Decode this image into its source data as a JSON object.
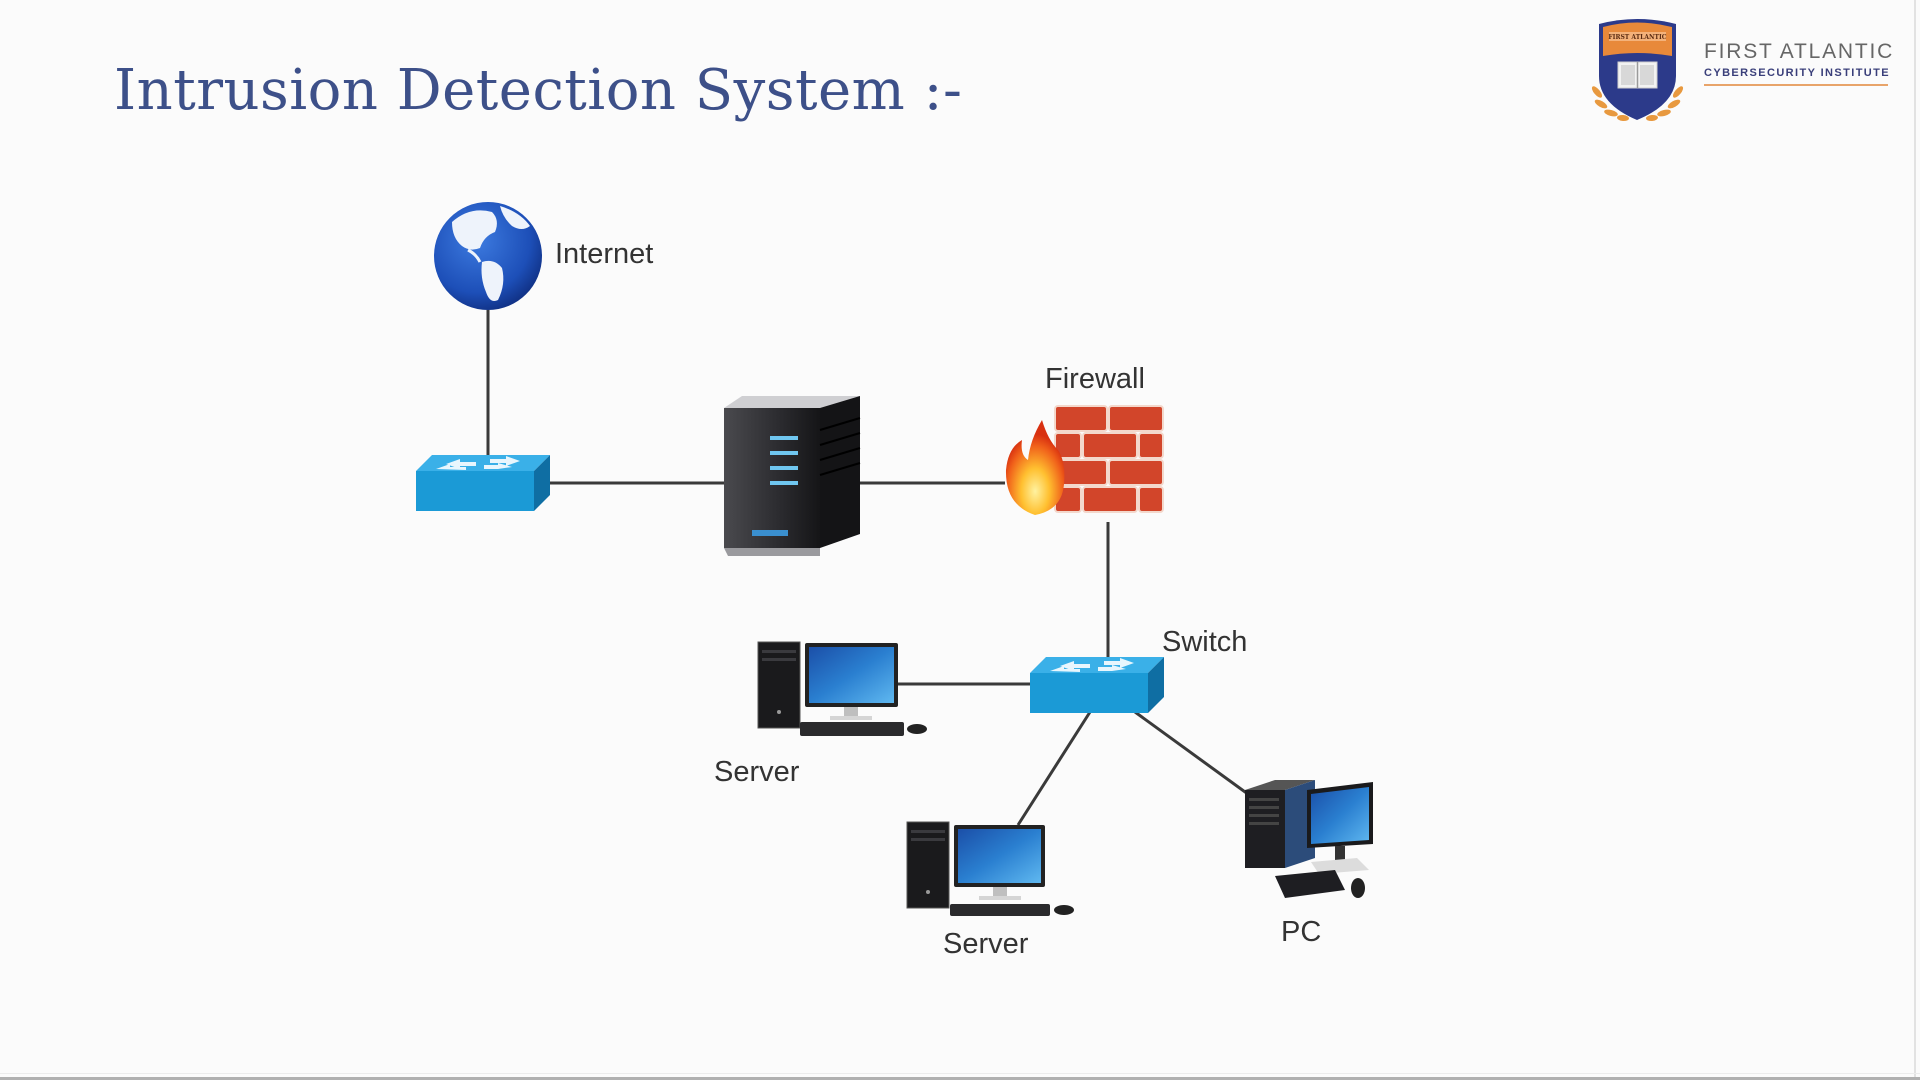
{
  "slide": {
    "title": "Intrusion Detection System :-"
  },
  "logo": {
    "name": "FIRST ATLANTIC",
    "subtitle": "CYBERSECURITY INSTITUTE",
    "badge_text": "FIRST ATLANTIC",
    "colors": {
      "orange": "#e8893a",
      "navy": "#2c3a8a"
    }
  },
  "diagram": {
    "nodes": [
      {
        "id": "internet",
        "label": "Internet",
        "icon": "globe-icon"
      },
      {
        "id": "switch-top",
        "label": "",
        "icon": "switch-icon"
      },
      {
        "id": "ids-server",
        "label": "",
        "icon": "server-tower-icon"
      },
      {
        "id": "firewall",
        "label": "Firewall",
        "icon": "firewall-icon"
      },
      {
        "id": "switch",
        "label": "Switch",
        "icon": "switch-icon"
      },
      {
        "id": "server-1",
        "label": "Server",
        "icon": "desktop-computer-icon"
      },
      {
        "id": "server-2",
        "label": "Server",
        "icon": "desktop-computer-icon"
      },
      {
        "id": "pc",
        "label": "PC",
        "icon": "pc-icon"
      }
    ],
    "links": [
      [
        "internet",
        "switch-top"
      ],
      [
        "switch-top",
        "ids-server"
      ],
      [
        "ids-server",
        "firewall"
      ],
      [
        "firewall",
        "switch"
      ],
      [
        "switch",
        "server-1"
      ],
      [
        "switch",
        "server-2"
      ],
      [
        "switch",
        "pc"
      ]
    ],
    "colors": {
      "switch_blue": "#1b9ad6",
      "firewall_red": "#d2452a",
      "globe_blue": "#1d4fb8",
      "link": "#3a3a3a"
    }
  }
}
